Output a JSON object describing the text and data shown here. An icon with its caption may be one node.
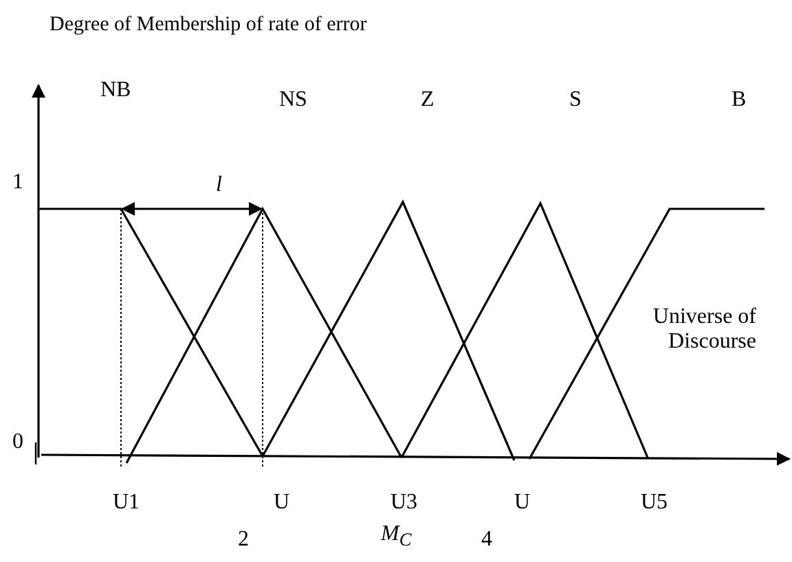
{
  "diagram": {
    "title": "Degree of Membership of rate of error",
    "labels": [
      "NB",
      "NS",
      "Z",
      "S",
      "B",
      "1",
      "l",
      "Universe of Discourse",
      "0",
      "U1",
      "U",
      "U3",
      "U",
      "U5",
      "2",
      "M$_{C}$",
      "4"
    ]
  }
}
